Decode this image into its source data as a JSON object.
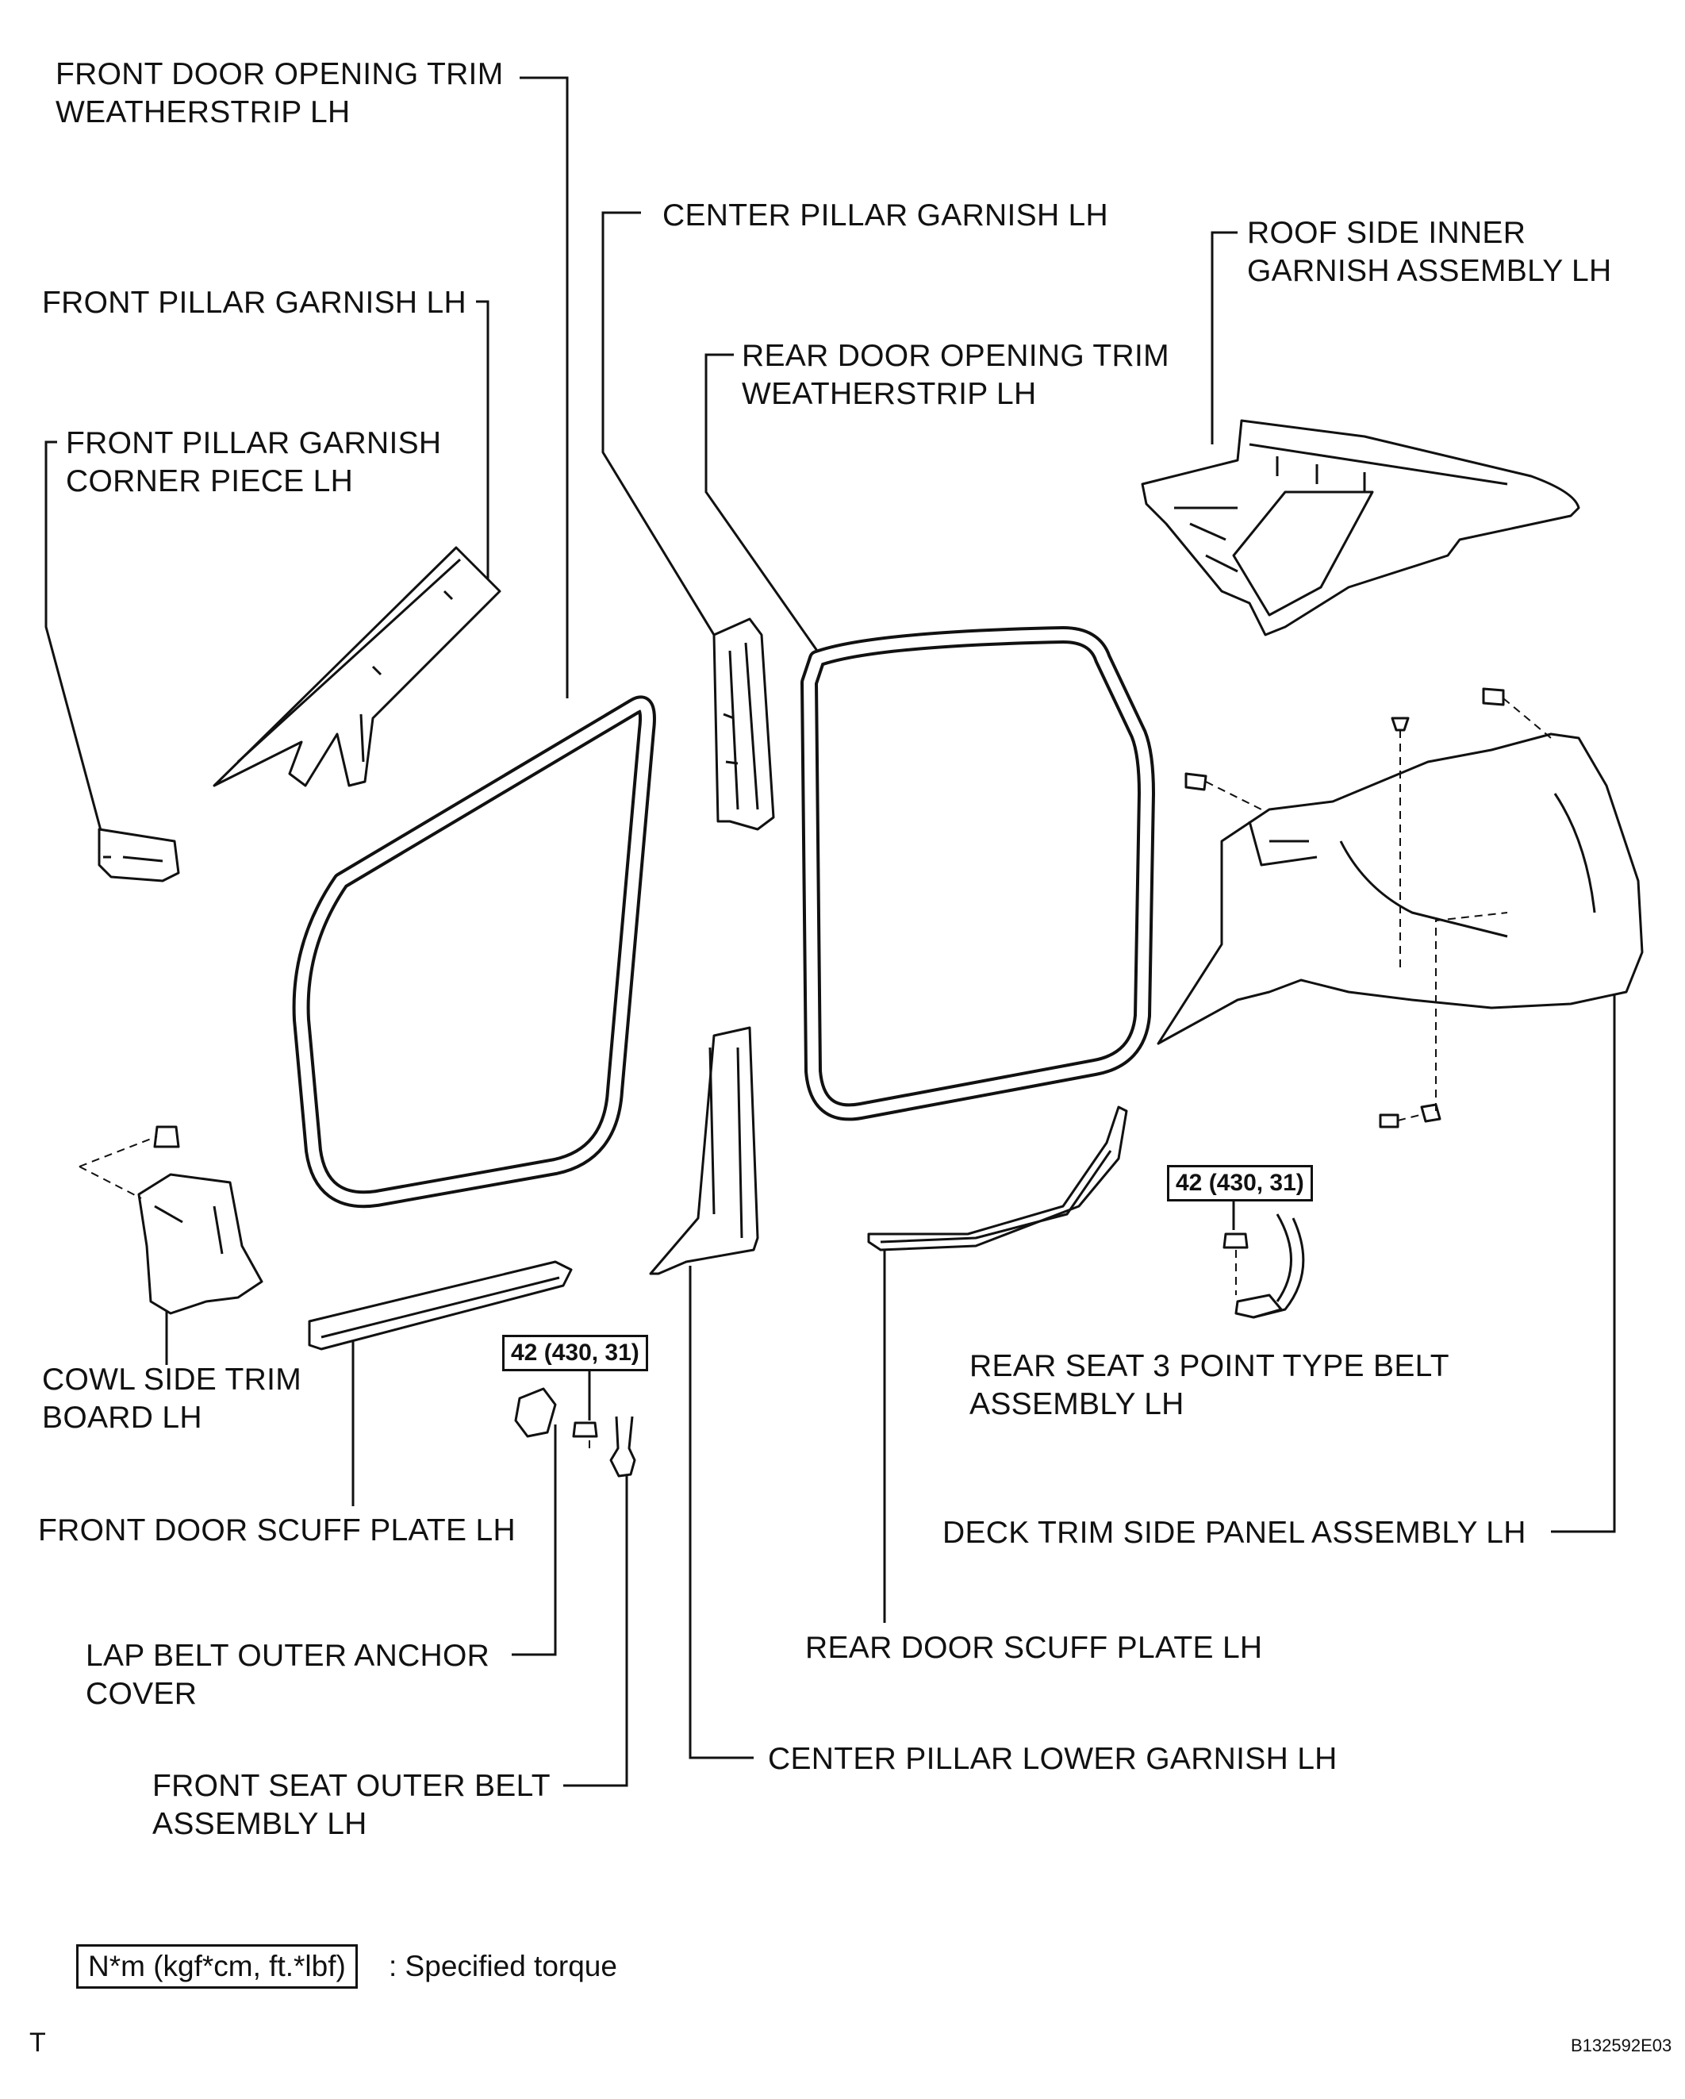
{
  "labels": {
    "front_door_opening_trim": [
      "FRONT DOOR OPENING TRIM",
      "WEATHERSTRIP LH"
    ],
    "center_pillar_garnish": [
      "CENTER PILLAR GARNISH LH"
    ],
    "roof_side_inner_garnish": [
      "ROOF SIDE INNER",
      "GARNISH ASSEMBLY LH"
    ],
    "front_pillar_garnish": [
      "FRONT PILLAR GARNISH LH"
    ],
    "rear_door_opening_trim": [
      "REAR DOOR OPENING TRIM",
      "WEATHERSTRIP LH"
    ],
    "front_pillar_corner_piece": [
      "FRONT PILLAR GARNISH",
      "CORNER PIECE LH"
    ],
    "cowl_side_trim_board": [
      "COWL SIDE TRIM",
      "BOARD LH"
    ],
    "rear_seat_belt": [
      "REAR SEAT 3 POINT TYPE BELT",
      "ASSEMBLY LH"
    ],
    "front_door_scuff_plate": [
      "FRONT DOOR SCUFF PLATE LH"
    ],
    "deck_trim_side_panel": [
      "DECK TRIM SIDE PANEL ASSEMBLY LH"
    ],
    "rear_door_scuff_plate": [
      "REAR DOOR SCUFF PLATE LH"
    ],
    "lap_belt_anchor_cover": [
      "LAP BELT OUTER ANCHOR",
      "COVER"
    ],
    "center_pillar_lower_garnish": [
      "CENTER PILLAR LOWER GARNISH LH"
    ],
    "front_seat_outer_belt": [
      "FRONT SEAT OUTER BELT",
      "ASSEMBLY LH"
    ]
  },
  "torque_rear": "42 (430, 31)",
  "torque_front": "42 (430, 31)",
  "legend": {
    "unit": "N*m (kgf*cm, ft.*lbf)",
    "meaning": ": Specified torque"
  },
  "corner_mark": "T",
  "figure_code": "B132592E03"
}
